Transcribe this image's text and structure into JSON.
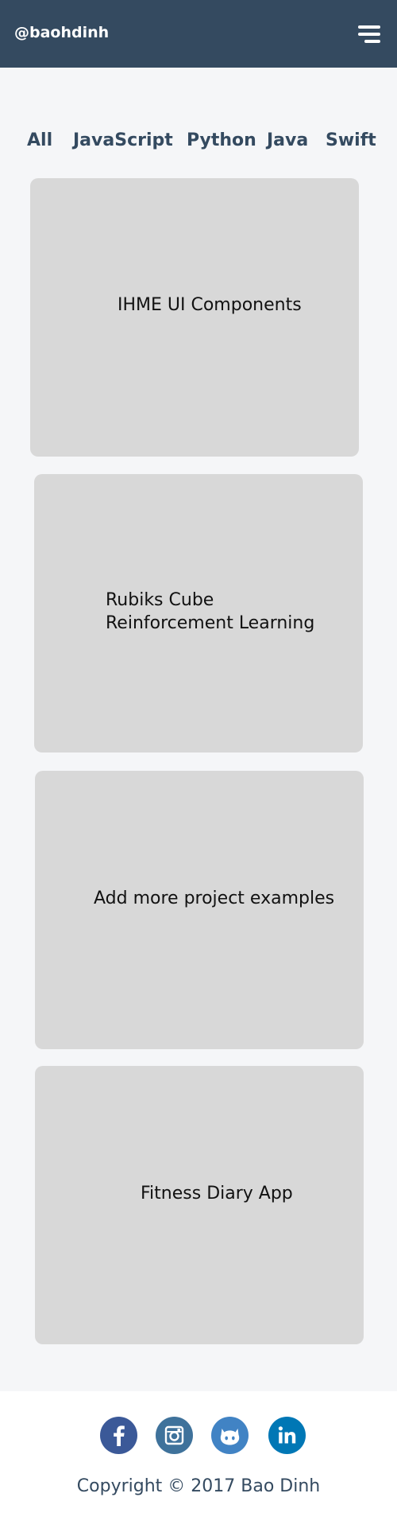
{
  "header": {
    "brand": "@baohdinh",
    "menu_icon": "hamburger-menu-icon"
  },
  "filters": [
    "All",
    "JavaScript",
    "Python",
    "Java",
    "Swift"
  ],
  "projects": [
    {
      "title_lines": [
        "IHME UI Components"
      ]
    },
    {
      "title_lines": [
        "Rubiks Cube",
        "Reinforcement Learning"
      ]
    },
    {
      "title_lines": [
        "Add more project examples"
      ]
    },
    {
      "title_lines": [
        "Fitness Diary App"
      ]
    }
  ],
  "footer": {
    "social": [
      {
        "icon": "facebook-icon",
        "color": "#3b5998"
      },
      {
        "icon": "instagram-icon",
        "color": "#3f729b"
      },
      {
        "icon": "github-icon",
        "color": "#4183c4"
      },
      {
        "icon": "linkedin-icon",
        "color": "#0077b5"
      }
    ],
    "copyright": "Copyright © 2017 Bao Dinh"
  },
  "colors": {
    "header_bg": "#344a60",
    "page_bg": "#f5f6f8",
    "card_bg": "#d8d8d8",
    "text_accent": "#344a60"
  }
}
